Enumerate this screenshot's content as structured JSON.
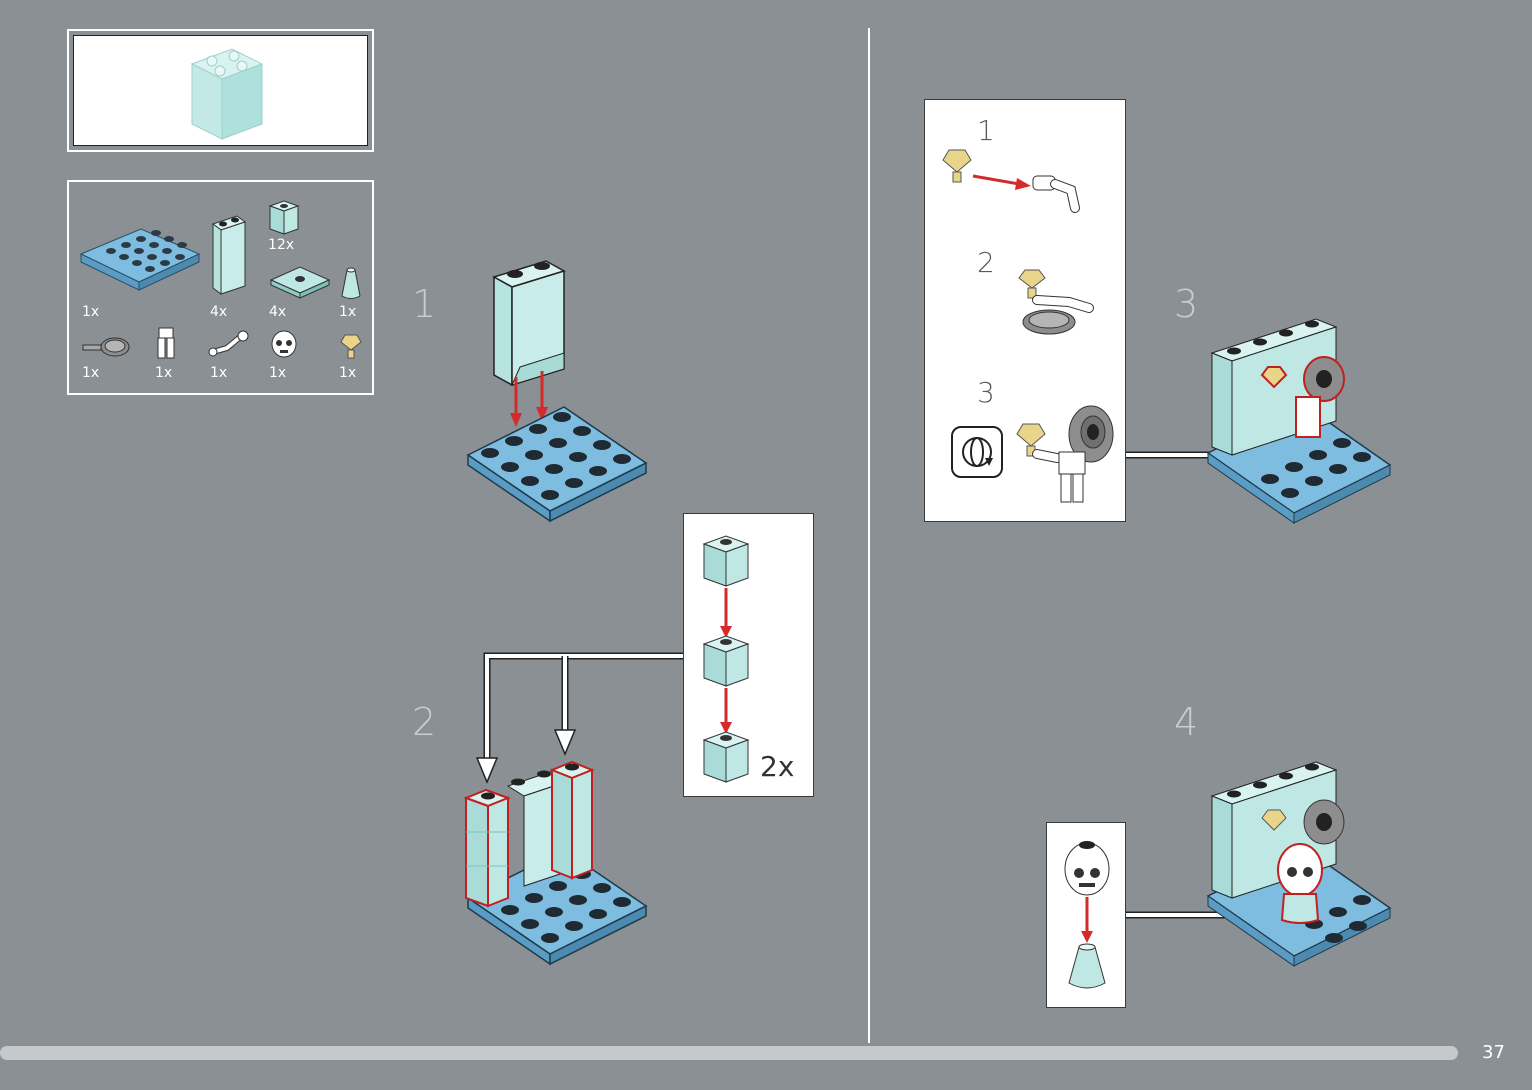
{
  "parts_list": {
    "items": [
      {
        "qty": "1x",
        "icon": "plate-4x4-icon"
      },
      {
        "qty": "4x",
        "icon": "panel-1x2x3-icon"
      },
      {
        "qty": "12x",
        "icon": "brick-1x1-icon"
      },
      {
        "qty": "4x",
        "icon": "tile-2x2-icon"
      },
      {
        "qty": "1x",
        "icon": "cone-icon"
      },
      {
        "qty": "1x",
        "icon": "frying-pan-icon"
      },
      {
        "qty": "1x",
        "icon": "skeleton-legs-icon"
      },
      {
        "qty": "1x",
        "icon": "skeleton-arm-icon"
      },
      {
        "qty": "1x",
        "icon": "skull-head-icon"
      },
      {
        "qty": "1x",
        "icon": "gem-icon"
      }
    ]
  },
  "steps": {
    "step1": "1",
    "step2": "2",
    "step3": "3",
    "step4": "4"
  },
  "callouts": {
    "step2_multiplier": "2x",
    "step3_sub1": "1",
    "step3_sub2": "2",
    "step3_sub3": "3"
  },
  "footer": {
    "page_number": "37"
  },
  "colors": {
    "background": "#8a9094",
    "plate_blue": "#6aaed6",
    "trans_clear": "#bfe9e6",
    "arrow_red": "#d42a2a",
    "highlight_red": "#c0201f",
    "gem_yellow": "#e9d58a"
  }
}
